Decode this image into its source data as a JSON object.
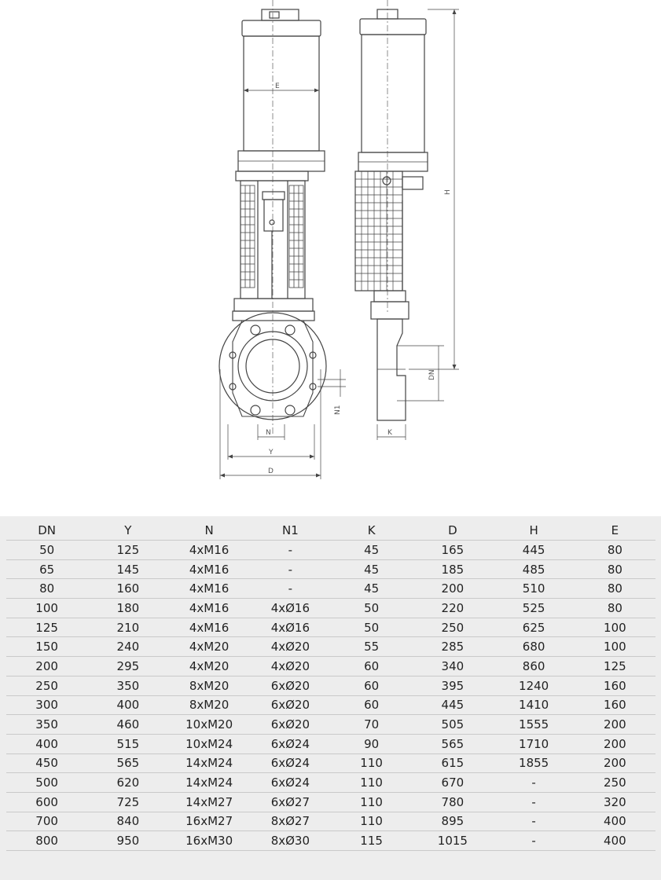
{
  "drawing": {
    "labels": {
      "E": "E",
      "H": "H",
      "DN": "DN",
      "N1": "N1",
      "N": "N",
      "Y": "Y",
      "D": "D",
      "K": "K"
    }
  },
  "table": {
    "headers": [
      "DN",
      "Y",
      "N",
      "N1",
      "K",
      "D",
      "H",
      "E"
    ],
    "rows": [
      [
        "50",
        "125",
        "4xM16",
        "-",
        "45",
        "165",
        "445",
        "80"
      ],
      [
        "65",
        "145",
        "4xM16",
        "-",
        "45",
        "185",
        "485",
        "80"
      ],
      [
        "80",
        "160",
        "4xM16",
        "-",
        "45",
        "200",
        "510",
        "80"
      ],
      [
        "100",
        "180",
        "4xM16",
        "4xØ16",
        "50",
        "220",
        "525",
        "80"
      ],
      [
        "125",
        "210",
        "4xM16",
        "4xØ16",
        "50",
        "250",
        "625",
        "100"
      ],
      [
        "150",
        "240",
        "4xM20",
        "4xØ20",
        "55",
        "285",
        "680",
        "100"
      ],
      [
        "200",
        "295",
        "4xM20",
        "4xØ20",
        "60",
        "340",
        "860",
        "125"
      ],
      [
        "250",
        "350",
        "8xM20",
        "6xØ20",
        "60",
        "395",
        "1240",
        "160"
      ],
      [
        "300",
        "400",
        "8xM20",
        "6xØ20",
        "60",
        "445",
        "1410",
        "160"
      ],
      [
        "350",
        "460",
        "10xM20",
        "6xØ20",
        "70",
        "505",
        "1555",
        "200"
      ],
      [
        "400",
        "515",
        "10xM24",
        "6xØ24",
        "90",
        "565",
        "1710",
        "200"
      ],
      [
        "450",
        "565",
        "14xM24",
        "6xØ24",
        "110",
        "615",
        "1855",
        "200"
      ],
      [
        "500",
        "620",
        "14xM24",
        "6xØ24",
        "110",
        "670",
        "-",
        "250"
      ],
      [
        "600",
        "725",
        "14xM27",
        "6xØ27",
        "110",
        "780",
        "-",
        "320"
      ],
      [
        "700",
        "840",
        "16xM27",
        "8xØ27",
        "110",
        "895",
        "-",
        "400"
      ],
      [
        "800",
        "950",
        "16xM30",
        "8xØ30",
        "115",
        "1015",
        "-",
        "400"
      ]
    ]
  }
}
